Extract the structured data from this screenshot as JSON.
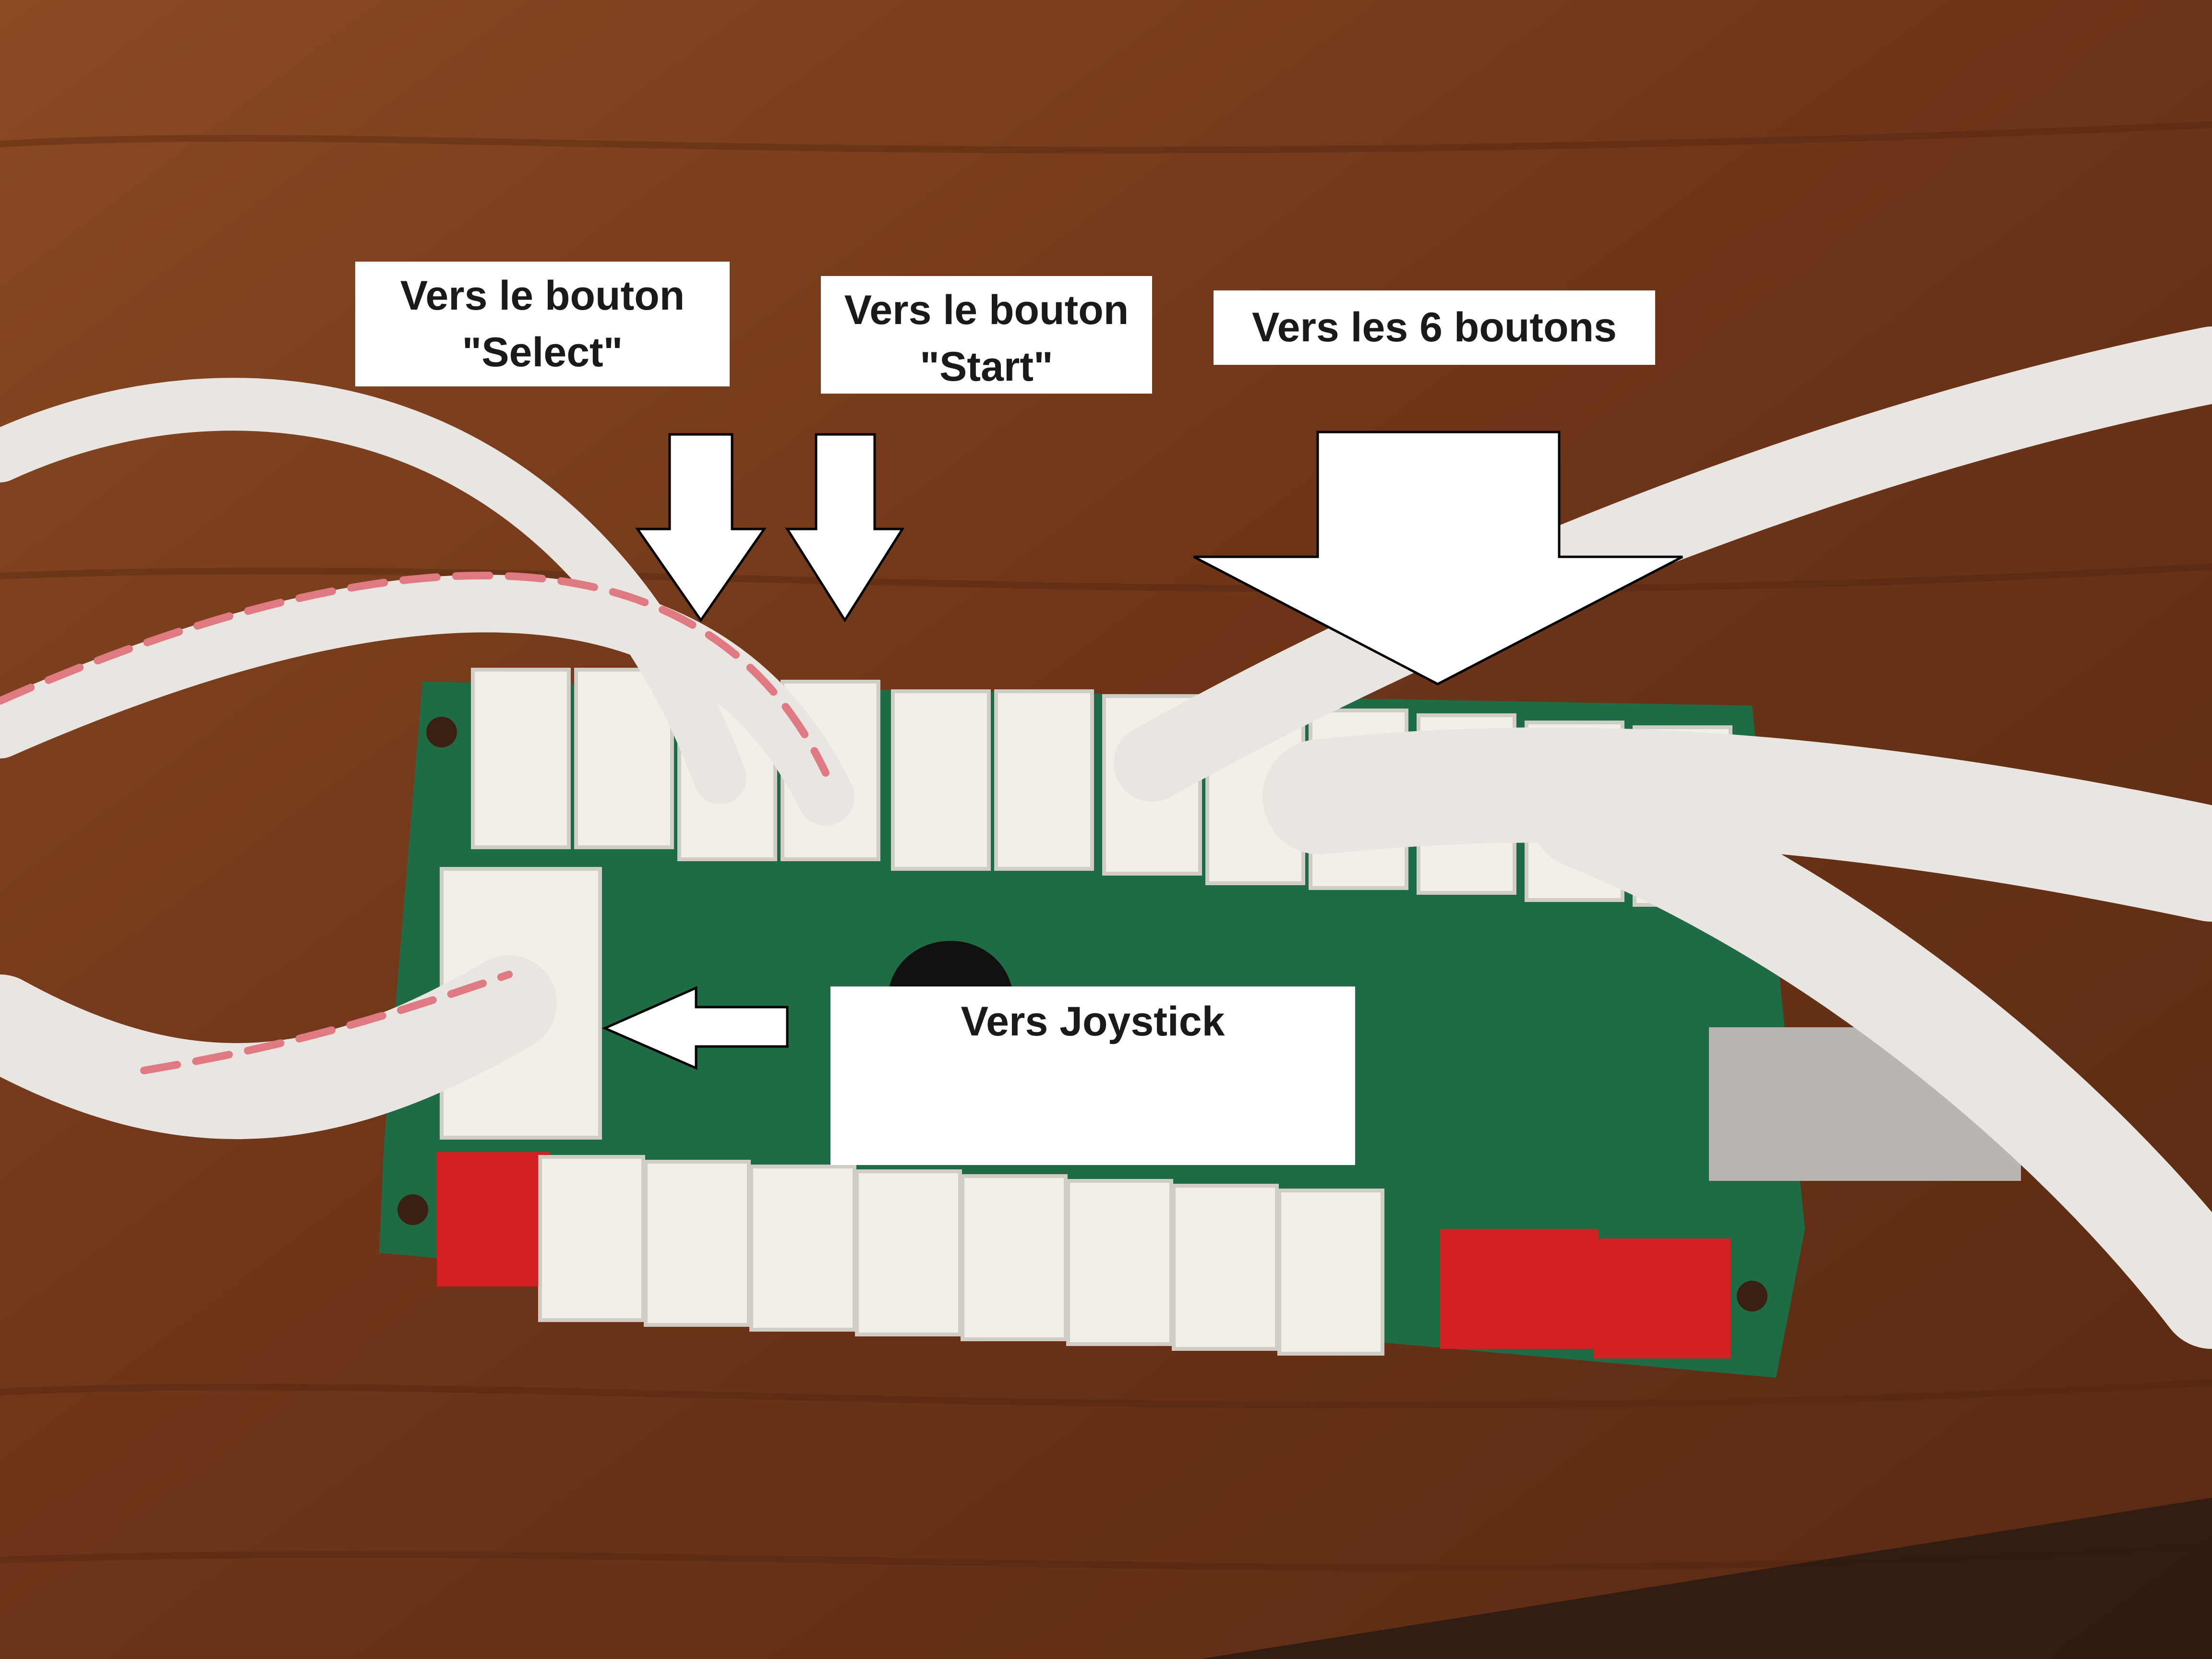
{
  "annotations": {
    "select_label": "Vers le bouton\n\"Select\"",
    "start_label": "Vers le bouton\n\"Start\"",
    "six_buttons_label": "Vers les 6 boutons",
    "joystick_label": "Vers Joystick"
  },
  "colors": {
    "wood": "#6b3418",
    "pcb": "#1f6b45",
    "connector_white": "#f2efe9",
    "connector_red": "#d42020",
    "cable": "#e9e6e2",
    "cable_stripe": "#e07a82"
  }
}
